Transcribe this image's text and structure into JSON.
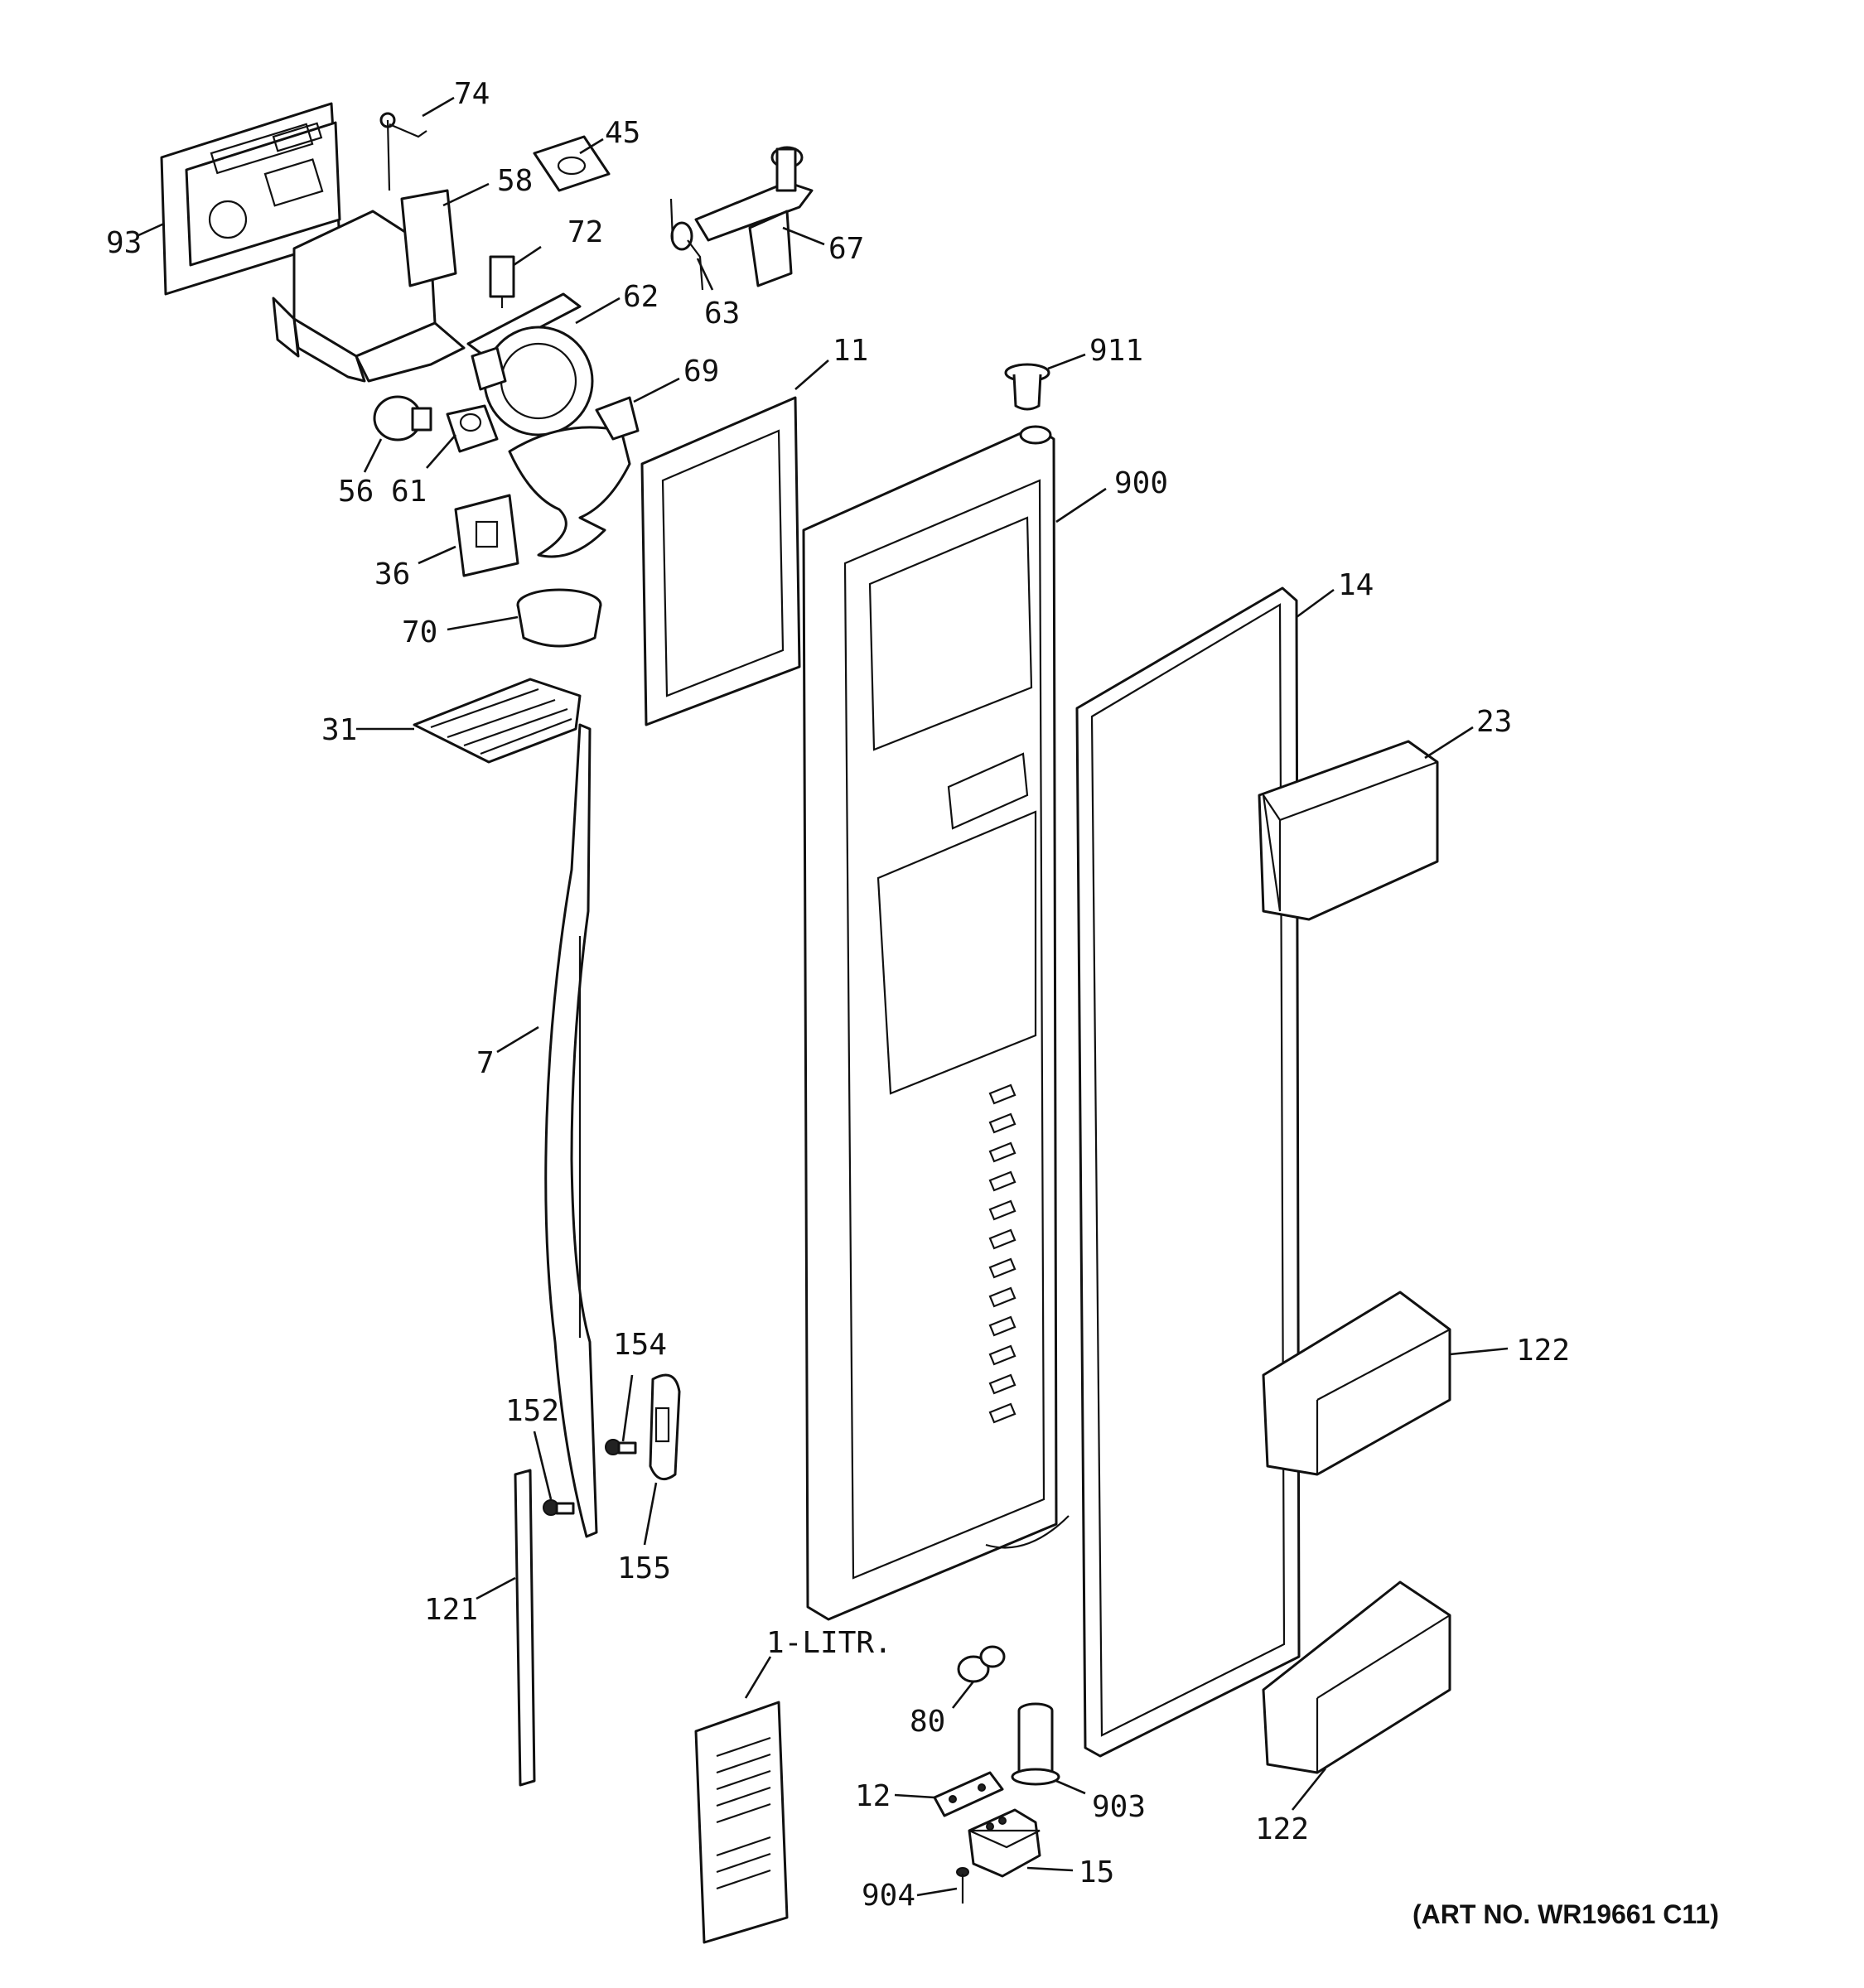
{
  "diagram": {
    "art_number": "(ART NO. WR19661 C11)",
    "callouts": [
      "74",
      "45",
      "58",
      "93",
      "72",
      "67",
      "63",
      "62",
      "11",
      "911",
      "69",
      "56",
      "61",
      "900",
      "36",
      "70",
      "14",
      "31",
      "23",
      "7",
      "154",
      "122",
      "152",
      "155",
      "121",
      "1-LITR.",
      "80",
      "12",
      "903",
      "122",
      "904",
      "15"
    ]
  }
}
